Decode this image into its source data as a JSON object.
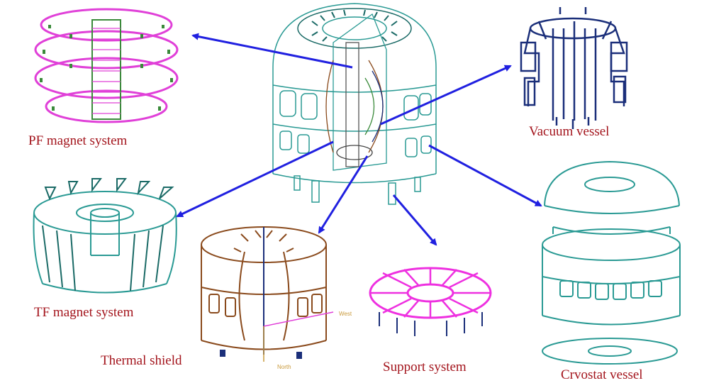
{
  "labels": {
    "pf": "PF magnet system",
    "vacuum": "Vacuum vessel",
    "tf": "TF magnet system",
    "thermal": "Thermal shield",
    "support": "Support system",
    "cryostat": "Crvostat vessel",
    "compass_west": "West",
    "compass_north": "North"
  },
  "colors": {
    "pf": "#e040d8",
    "pf_accent": "#3a8a3a",
    "vacuum": "#1b2f7a",
    "tf": "#2a9a94",
    "thermal": "#8a4a1c",
    "support": "#ee30e0",
    "cryostat": "#2a9a94",
    "center_main": "#2a9a94",
    "arrow": "#2020e0",
    "caption": "#a3141c"
  },
  "icons": [
    "pf-magnet-icon",
    "vacuum-vessel-icon",
    "tf-magnet-icon",
    "thermal-shield-icon",
    "support-system-icon",
    "cryostat-vessel-icon",
    "tokamak-assembly-icon"
  ]
}
